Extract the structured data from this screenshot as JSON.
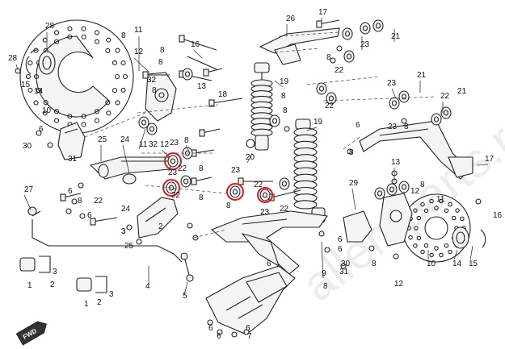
{
  "watermark": "allemparts.ru",
  "fwd_label": "FWD",
  "highlight_color": "#e0191b",
  "callouts": [
    "1",
    "2",
    "3",
    "4",
    "5",
    "6",
    "7",
    "8",
    "9",
    "10",
    "11",
    "12",
    "13",
    "14",
    "15",
    "16",
    "17",
    "18",
    "19",
    "20",
    "21",
    "22",
    "23",
    "24",
    "25",
    "26",
    "27",
    "28",
    "29",
    "30",
    "31",
    "32"
  ],
  "highlighted_callouts": [
    "23",
    "23",
    "23",
    "23"
  ]
}
